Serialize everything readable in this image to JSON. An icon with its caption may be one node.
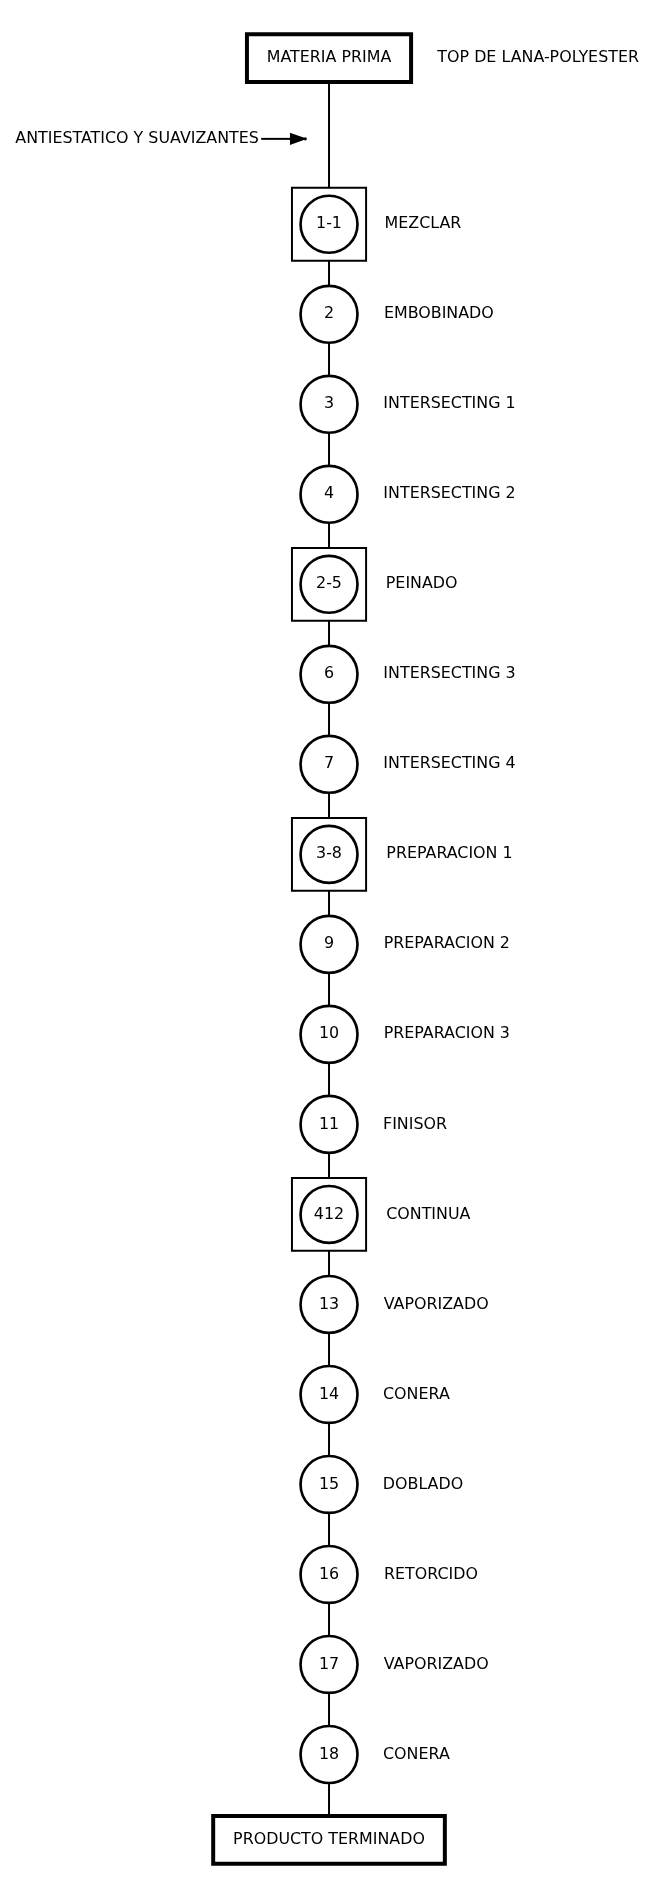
{
  "diagram": {
    "nodes": [
      {
        "text": [
          "MATERIA PRIMA"
        ],
        "beside": [
          "TOP DE LANA-POLYESTER"
        ]
      },
      {
        "text": [
          "ANTIESTATICO Y SUAVIZANTES"
        ]
      },
      {
        "text": [],
        "shape": "box"
      },
      {
        "text": [
          "1-1"
        ],
        "in": 2,
        "beside": [
          "MEZCLAR"
        ]
      },
      {
        "text": [
          "2"
        ],
        "beside": [
          "EMBOBINADO"
        ]
      },
      {
        "text": [
          "3"
        ],
        "beside": [
          "INTERSECTING 1"
        ]
      },
      {
        "text": [
          "4"
        ],
        "beside": [
          "INTERSECTING 2"
        ]
      },
      {
        "text": [],
        "shape": "box"
      },
      {
        "text": [
          "2-5"
        ],
        "in": 7,
        "beside": [
          "PEINADO"
        ]
      },
      {
        "text": [
          "6"
        ],
        "beside": [
          "INTERSECTING 3"
        ]
      },
      {
        "text": [
          "7"
        ],
        "beside": [
          "INTERSECTING 4"
        ]
      },
      {
        "text": [],
        "shape": "box"
      },
      {
        "text": [
          "3-8"
        ],
        "in": 11,
        "beside": [
          "PREPARACION 1"
        ]
      },
      {
        "text": [
          "9"
        ],
        "beside": [
          "PREPARACION 2"
        ]
      },
      {
        "text": [
          "10"
        ],
        "beside": [
          "PREPARACION 3"
        ]
      },
      {
        "text": [
          "11"
        ],
        "beside": [
          "FINISOR"
        ]
      },
      {
        "text": [],
        "shape": "box"
      },
      {
        "text": [
          "412"
        ],
        "in": 16,
        "beside": [
          "CONTINUA"
        ]
      },
      {
        "text": [
          "13"
        ],
        "beside": [
          "VAPORIZADO"
        ]
      },
      {
        "text": [
          "14"
        ],
        "beside": [
          "CONERA"
        ]
      },
      {
        "text": [
          "15"
        ],
        "beside": [
          "DOBLADO"
        ]
      },
      {
        "text": [
          "16"
        ],
        "beside": [
          "RETORCIDO"
        ]
      },
      {
        "text": [
          "17"
        ],
        "beside": [
          "VAPORIZADO"
        ]
      },
      {
        "text": [
          "18"
        ],
        "beside": [
          "CONERA"
        ]
      },
      {
        "text": [
          "PRODUCTO TERMINADO"
        ]
      }
    ],
    "edges": [
      {
        "from": 0,
        "to": 2,
        "arrow": "none"
      },
      {
        "from": 1,
        "to": null,
        "arrow": "to"
      },
      {
        "from": 2,
        "to": 4,
        "arrow": "none"
      },
      {
        "from": 4,
        "to": 5,
        "arrow": "none"
      },
      {
        "from": 5,
        "to": 6,
        "arrow": "none"
      },
      {
        "from": 6,
        "to": 7,
        "arrow": "none"
      },
      {
        "from": 7,
        "to": 9,
        "arrow": "none"
      },
      {
        "from": 9,
        "to": 10,
        "arrow": "none"
      },
      {
        "from": 10,
        "to": 11,
        "arrow": "none"
      },
      {
        "from": 11,
        "to": 13,
        "arrow": "none"
      },
      {
        "from": 13,
        "to": 14,
        "arrow": "none"
      },
      {
        "from": 14,
        "to": 15,
        "arrow": "none"
      },
      {
        "from": 15,
        "to": 16,
        "arrow": "none"
      },
      {
        "from": 16,
        "to": 18,
        "arrow": "none"
      },
      {
        "from": 18,
        "to": 19,
        "arrow": "none"
      },
      {
        "from": 19,
        "to": 20,
        "arrow": "none"
      },
      {
        "from": 20,
        "to": 21,
        "arrow": "none"
      },
      {
        "from": 21,
        "to": 22,
        "arrow": "none"
      },
      {
        "from": 22,
        "to": 23,
        "arrow": "none"
      },
      {
        "from": 23,
        "to": 24,
        "arrow": "none"
      }
    ]
  }
}
